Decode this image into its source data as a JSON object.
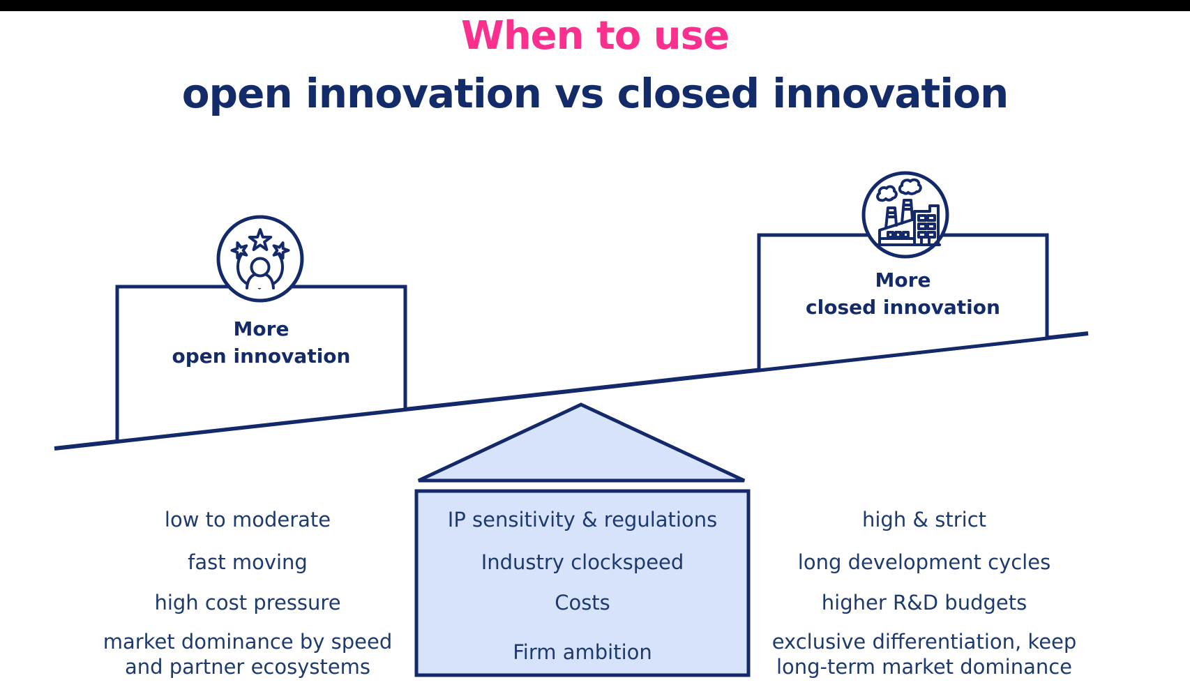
{
  "colors": {
    "accent_pink": "#fa2f8e",
    "navy": "#132b69",
    "body_text": "#1d3a6e",
    "panel_fill": "#d7e2fb",
    "top_bar": "#000000"
  },
  "title": {
    "text": "When to use"
  },
  "subtitle": {
    "text": "open innovation vs closed innovation"
  },
  "seesaw": {
    "left_label": "More\nopen innovation",
    "right_label": "More\nclosed innovation",
    "left_icon": "person-with-three-stars",
    "right_icon": "factory-with-smokestacks"
  },
  "criteria_panel": {
    "items": [
      "IP sensitivity & regulations",
      "Industry clockspeed",
      "Costs",
      "Firm ambition"
    ]
  },
  "open_column": {
    "items": [
      "low to moderate",
      "fast moving",
      "high cost pressure",
      "market dominance by speed\nand partner ecosystems"
    ]
  },
  "closed_column": {
    "items": [
      "high & strict",
      "long development cycles",
      "higher R&D budgets",
      "exclusive differentiation, keep\nlong-term market dominance"
    ]
  }
}
